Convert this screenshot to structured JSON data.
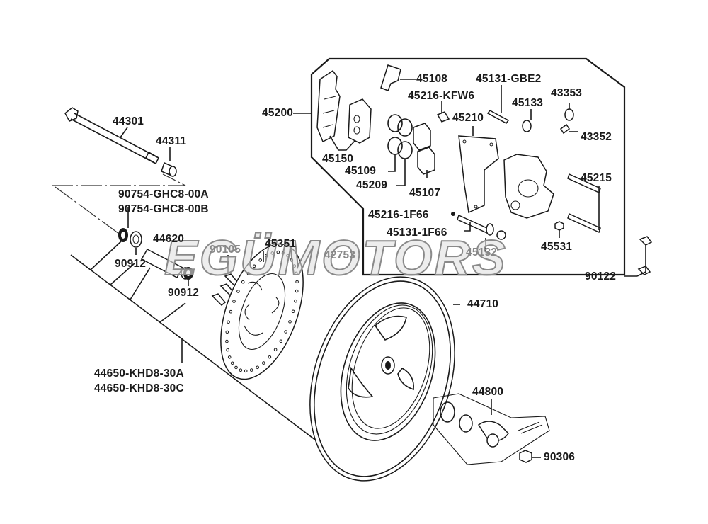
{
  "diagram": {
    "title": "Front wheel / front brake caliper exploded parts diagram",
    "watermark": "EGÜMOTORS",
    "parts": {
      "axle": "44301",
      "axle_collar": "44311",
      "dust_seal_a": "90754-GHC8-00A",
      "dust_seal_b": "90754-GHC8-00B",
      "bearing_left": "90912",
      "distance_collar": "44620",
      "bearing_right": "90912",
      "disc_bolt": "90105",
      "brake_disc": "45351",
      "valve": "42753",
      "wheel_assy_a": "44650-KHD8-30A",
      "wheel_assy_b": "44650-KHD8-30C",
      "tire": "44710",
      "speedometer_gearbox": "44800",
      "axle_nut": "90306",
      "caliper_assy": "45200",
      "pad_spring": "45108",
      "brake_pads": "45150",
      "piston_seal": "45109",
      "dust_seal": "45209",
      "piston": "45107",
      "pin_boot_kfw6": "45216-KFW6",
      "caliper_bracket": "45210",
      "pin_gbe2": "45131-GBE2",
      "boot": "45133",
      "bleeder_cap": "43353",
      "bleeder_screw": "43352",
      "pad_pin": "45215",
      "pad_pin_plug": "45531",
      "pin_boot_1f66": "45216-1F66",
      "pin_1f66": "45131-1F66",
      "boot_45132": "45132",
      "caliper_bolt": "90122"
    }
  }
}
